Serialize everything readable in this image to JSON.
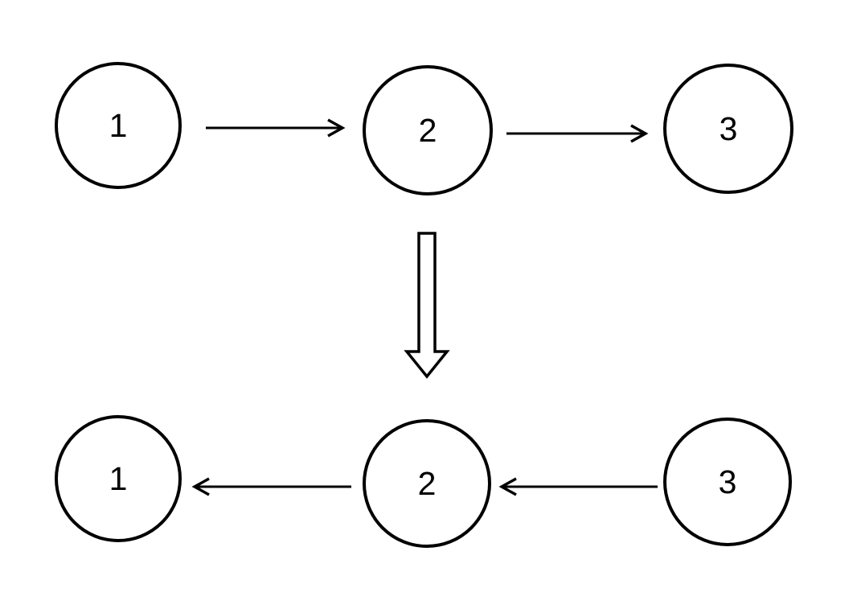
{
  "diagram": {
    "background_color": "#ffffff",
    "line_color": "#000000",
    "text_color": "#000000",
    "top_row": {
      "arrow_direction": "right",
      "nodes": [
        {
          "label": "1"
        },
        {
          "label": "2"
        },
        {
          "label": "3"
        }
      ]
    },
    "transform_arrow": {
      "direction": "down",
      "style": "hollow-block-arrow"
    },
    "bottom_row": {
      "arrow_direction": "left",
      "nodes": [
        {
          "label": "1"
        },
        {
          "label": "2"
        },
        {
          "label": "3"
        }
      ]
    }
  }
}
